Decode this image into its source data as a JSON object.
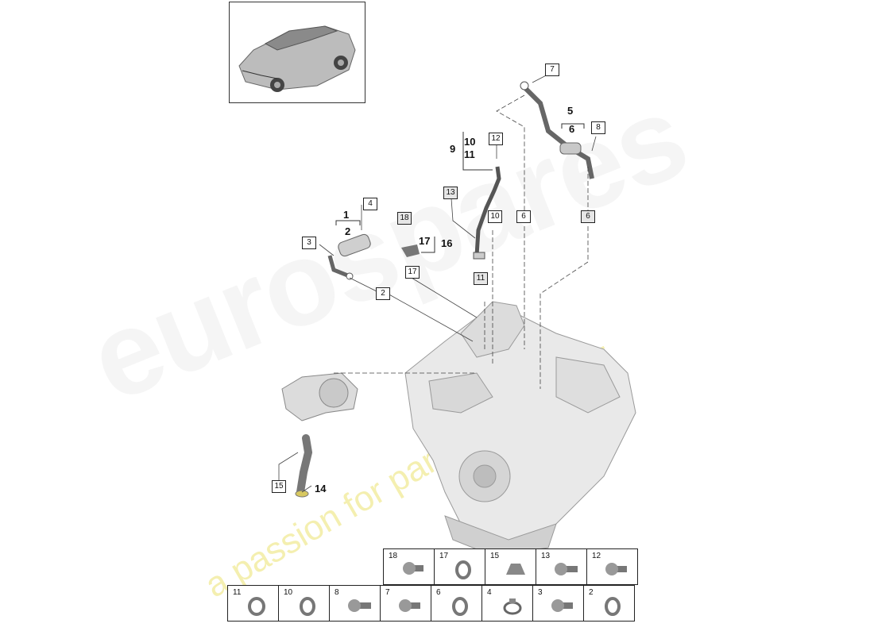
{
  "callouts": {
    "c7": "7",
    "c8": "8",
    "c12": "12",
    "c13": "13",
    "c4": "4",
    "c3": "3",
    "c18": "18",
    "c2": "2",
    "c17": "17",
    "c10": "10",
    "c11": "11",
    "c6a": "6",
    "c6b": "6",
    "c15": "15"
  },
  "labels": {
    "l5": "5",
    "l6": "6",
    "l10": "10",
    "l11": "11",
    "l9": "9",
    "l1": "1",
    "l2": "2",
    "l17": "17",
    "l16": "16",
    "l14": "14"
  },
  "watermark": {
    "brand": "eurospares",
    "tagline": "a passion for parts since 1985"
  },
  "grid": {
    "top_row": [
      "18",
      "17",
      "15",
      "13",
      "12"
    ],
    "bottom_row": [
      "11",
      "10",
      "8",
      "7",
      "6",
      "4",
      "3",
      "2"
    ]
  },
  "icons": {
    "thumbnail": "car-thumbnail",
    "engine": "engine-drawing"
  }
}
